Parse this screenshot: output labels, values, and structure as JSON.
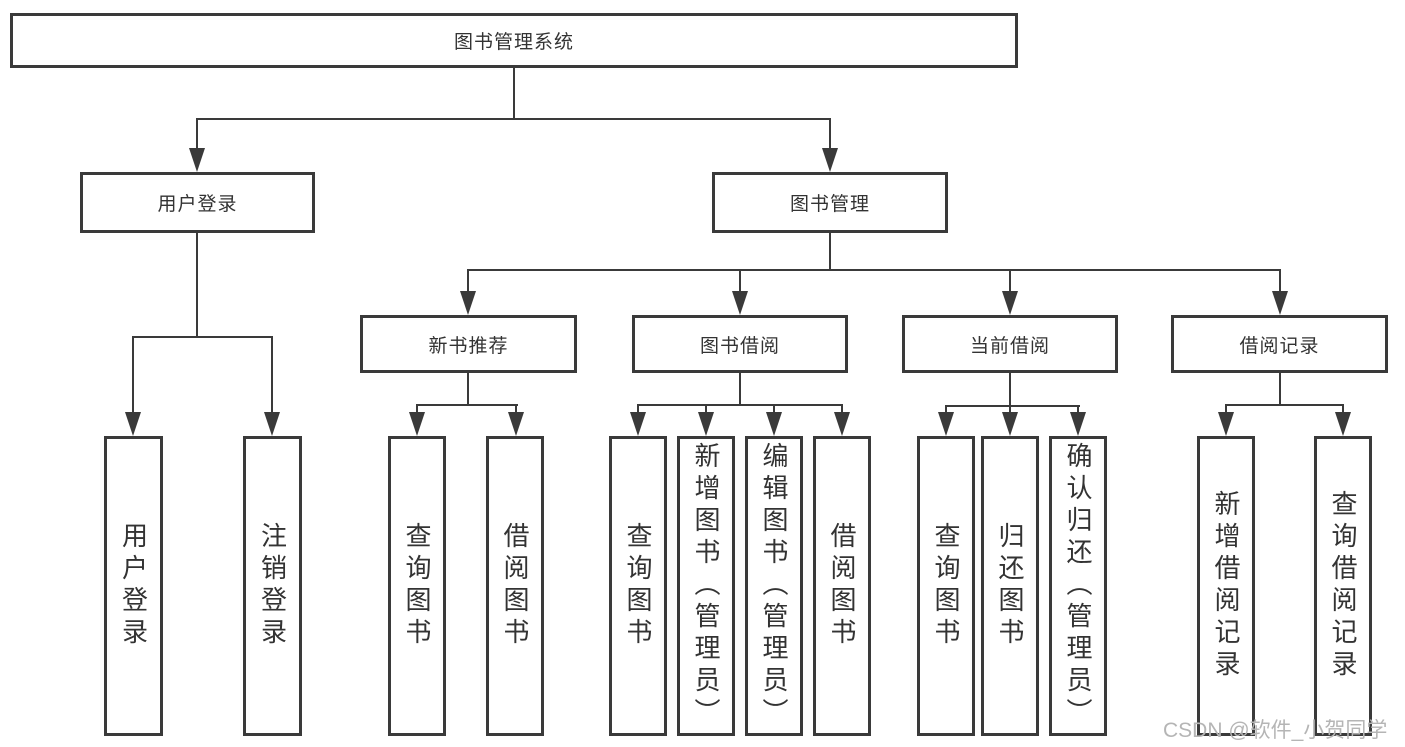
{
  "diagram_type": "hierarchy-tree",
  "root": {
    "label": "图书管理系统"
  },
  "branches": {
    "user_login": {
      "label": "用户登录",
      "children": {
        "login": {
          "label": "用户登录"
        },
        "logout": {
          "label": "注销登录"
        }
      }
    },
    "book_mgmt": {
      "label": "图书管理",
      "children": {
        "new_rec": {
          "label": "新书推荐",
          "children": {
            "query": {
              "label": "查询图书"
            },
            "borrow": {
              "label": "借阅图书"
            }
          }
        },
        "borrow": {
          "label": "图书借阅",
          "children": {
            "query": {
              "label": "查询图书"
            },
            "add": {
              "label": "新增图书（管理员）"
            },
            "edit": {
              "label": "编辑图书（管理员）"
            },
            "borrow": {
              "label": "借阅图书"
            }
          }
        },
        "current": {
          "label": "当前借阅",
          "children": {
            "query": {
              "label": "查询图书"
            },
            "return": {
              "label": "归还图书"
            },
            "confirm": {
              "label": "确认归还（管理员）"
            }
          }
        },
        "records": {
          "label": "借阅记录",
          "children": {
            "add": {
              "label": "新增借阅记录"
            },
            "query": {
              "label": "查询借阅记录"
            }
          }
        }
      }
    }
  },
  "watermark": "CSDN @软件_小贺同学",
  "colors": {
    "line": "#3a3a3a",
    "box_border": "#3a3a3a",
    "text": "#333333",
    "background": "#ffffff",
    "watermark": "#b5b5b5"
  }
}
